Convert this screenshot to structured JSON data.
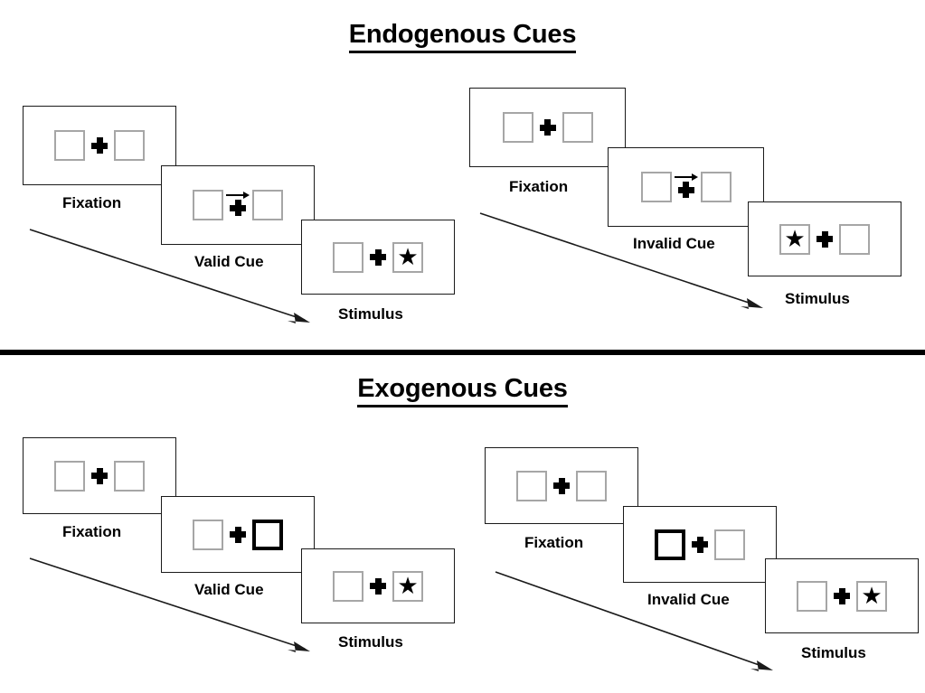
{
  "figure": {
    "title_endogenous": "Endogenous Cues",
    "title_exogenous": "Exogenous Cues",
    "star_glyph": "★",
    "arrow_glyph": "→"
  },
  "sections": [
    {
      "id": "endogenous",
      "title": "Endogenous Cues",
      "cue_type": "central arrow cue",
      "sequences": [
        {
          "id": "endogenous-valid",
          "condition": "Valid",
          "panels": [
            {
              "caption": "Fixation",
              "left_box": "empty",
              "right_box": "empty",
              "cue": "none",
              "center": "plus"
            },
            {
              "caption": "Valid Cue",
              "left_box": "empty",
              "right_box": "empty",
              "cue": "arrow-right",
              "center": "plus-with-arrow"
            },
            {
              "caption": "Stimulus",
              "left_box": "empty",
              "right_box": "star",
              "cue": "none",
              "center": "plus"
            }
          ]
        },
        {
          "id": "endogenous-invalid",
          "condition": "Invalid",
          "panels": [
            {
              "caption": "Fixation",
              "left_box": "empty",
              "right_box": "empty",
              "cue": "none",
              "center": "plus"
            },
            {
              "caption": "Invalid Cue",
              "left_box": "empty",
              "right_box": "empty",
              "cue": "arrow-right",
              "center": "plus-with-arrow"
            },
            {
              "caption": "Stimulus",
              "left_box": "star",
              "right_box": "empty",
              "cue": "none",
              "center": "plus"
            }
          ]
        }
      ]
    },
    {
      "id": "exogenous",
      "title": "Exogenous Cues",
      "cue_type": "peripheral box flash",
      "sequences": [
        {
          "id": "exogenous-valid",
          "condition": "Valid",
          "panels": [
            {
              "caption": "Fixation",
              "left_box": "empty",
              "right_box": "empty",
              "cue": "none",
              "center": "plus"
            },
            {
              "caption": "Valid Cue",
              "left_box": "empty",
              "right_box": "cued",
              "cue": "right-box",
              "center": "plus"
            },
            {
              "caption": "Stimulus",
              "left_box": "empty",
              "right_box": "star",
              "cue": "none",
              "center": "plus"
            }
          ]
        },
        {
          "id": "exogenous-invalid",
          "condition": "Invalid",
          "panels": [
            {
              "caption": "Fixation",
              "left_box": "empty",
              "right_box": "empty",
              "cue": "none",
              "center": "plus"
            },
            {
              "caption": "Invalid Cue",
              "left_box": "cued",
              "right_box": "empty",
              "cue": "left-box",
              "center": "plus"
            },
            {
              "caption": "Stimulus",
              "left_box": "empty",
              "right_box": "star",
              "cue": "none",
              "center": "plus"
            }
          ]
        }
      ]
    }
  ],
  "colors": {
    "box_border": "#a6a6a6",
    "cued_box_border": "#000000",
    "panel_border": "#1a1a1a",
    "text": "#000000",
    "divider": "#000000",
    "background": "#ffffff"
  }
}
